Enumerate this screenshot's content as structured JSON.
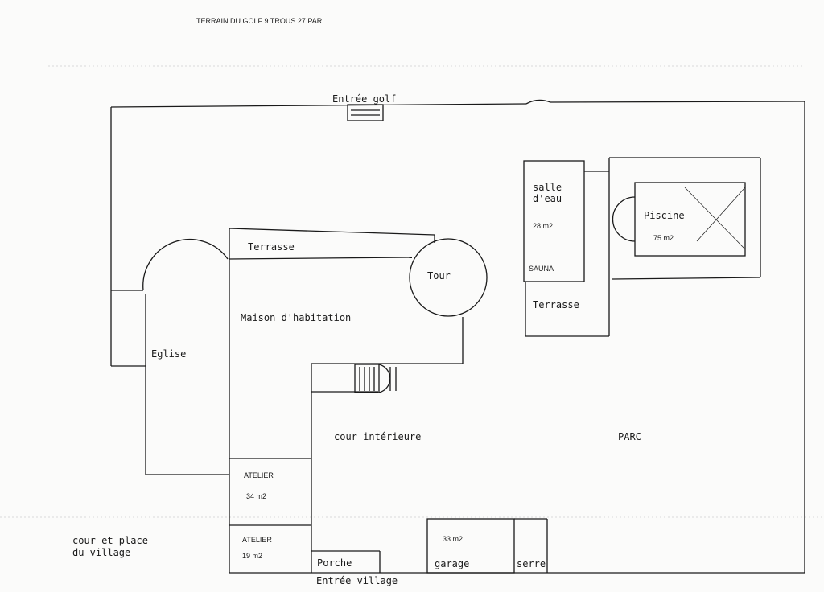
{
  "header": "TERRAIN DU GOLF 9 TROUS  27 PAR",
  "labels": {
    "entree_golf": "Entrée golf",
    "terrasse_maison": "Terrasse",
    "tour": "Tour",
    "maison": "Maison d'habitation",
    "eglise": "Eglise",
    "salle_deau_line1": "salle",
    "salle_deau_line2": "d'eau",
    "salle_deau_area": "28 m2",
    "sauna": "SAUNA",
    "piscine": "Piscine",
    "piscine_area": "75 m2",
    "terrasse_piscine": "Terrasse",
    "cour_interieure": "cour intérieure",
    "parc": "PARC",
    "atelier_1": "ATELIER",
    "atelier_1_area": "34 m2",
    "atelier_2": "ATELIER",
    "atelier_2_area": "19 m2",
    "cour_place_line1": "cour et place",
    "cour_place_line2": "du village",
    "porche": "Porche",
    "garage_area": "33 m2",
    "garage": "garage",
    "serre": "serre",
    "entree_village": "Entrée village"
  },
  "colors": {
    "ink": "#1a1a1a",
    "paper": "#fbfbfa"
  }
}
